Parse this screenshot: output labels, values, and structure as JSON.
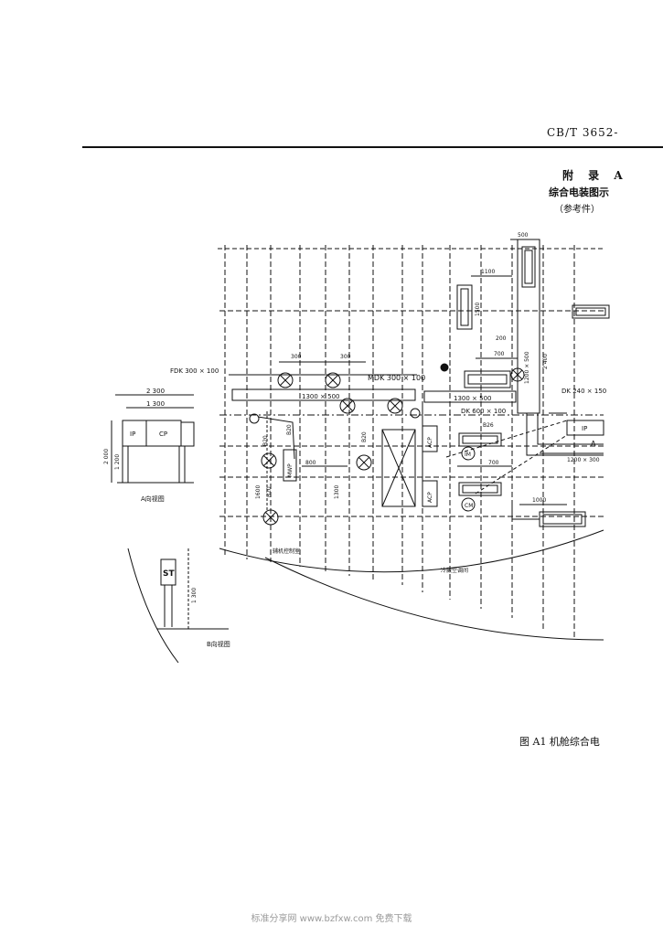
{
  "header": {
    "standard_code": "CB/T 3652-"
  },
  "appendix": {
    "title": "附 录 A",
    "subtitle": "综合电装图示",
    "note": "（参考件）"
  },
  "figure": {
    "caption": "图 A1  机舱综合电"
  },
  "footer": {
    "watermark": "标准分享网 www.bzfxw.com 免费下载"
  },
  "drawing": {
    "side_views": {
      "a_view_label": "A向视图",
      "b_view_label": "B向视图",
      "a_view_box_left": "IP",
      "a_view_box_right": "CP",
      "b_view_box": "ST",
      "dim_2300": "2 300",
      "dim_1300": "1 300",
      "dim_2000": "2 000",
      "dim_1200": "1 200",
      "dim_1300_b": "1 300"
    },
    "labels": {
      "fdk": "FDK 300 × 100",
      "mdk": "MDK 300 × 100",
      "dk_right": "DK 240 × 150",
      "dk_mid": "DK 600 × 100",
      "duct_1300_500_left": "1300 × 500",
      "duct_1300_500_mid": "1300 × 500",
      "duct_1200_500_right": "1200 × 500",
      "mwp": "MWP",
      "acp_top": "ACP",
      "acp_bottom": "ACP",
      "b20": "B20",
      "b20_b": "B20",
      "b20_c": "B20",
      "b20_d": "B20",
      "b26": "B26",
      "ip_right": "IP",
      "a_marker": "A",
      "im": "IM",
      "cm": "CM",
      "room_left": "辅机控制室",
      "room_right": "冷藏空调间",
      "d_300": "300",
      "d_300b": "300",
      "d_500": "500",
      "d_700": "700",
      "d_700b": "700",
      "d_1100": "1100",
      "d_1500": "1500",
      "d_200": "200",
      "d_800": "800",
      "d_1300": "1300",
      "d_2400": "2 400",
      "d_1000": "1000",
      "d_1600": "1600",
      "d_1200_300": "1200 × 300"
    }
  }
}
